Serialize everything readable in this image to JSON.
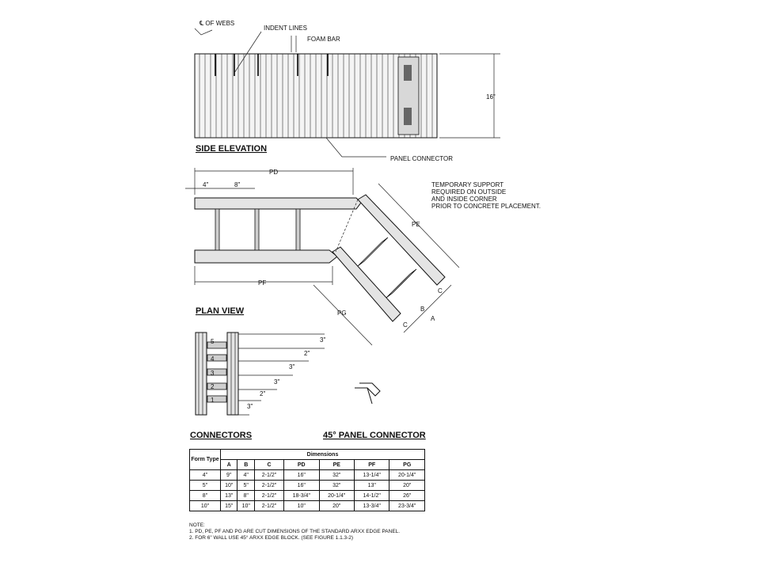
{
  "side_elevation": {
    "title": "SIDE ELEVATION",
    "callouts": {
      "webs": "℄ OF WEBS",
      "indent": "INDENT LINES",
      "foam": "FOAM BAR",
      "connector": "PANEL CONNECTOR"
    },
    "height": "16\""
  },
  "plan_view": {
    "title": "PLAN VIEW",
    "dims": {
      "pd": "PD",
      "pf": "PF",
      "pe": "PE",
      "pg": "PG",
      "d4": "4\"",
      "d8": "8\"",
      "a": "A",
      "b": "B",
      "c1": "C",
      "c2": "C"
    },
    "note": [
      "TEMPORARY SUPPORT",
      "REQUIRED ON OUTSIDE",
      "AND INSIDE CORNER",
      "PRIOR TO CONCRETE PLACEMENT."
    ]
  },
  "connectors": {
    "title": "CONNECTORS",
    "dims": [
      "3\"",
      "2\"",
      "3\"",
      "3\"",
      "2\"",
      "3\""
    ],
    "numbers": [
      "5",
      "4",
      "3",
      "2",
      "1"
    ]
  },
  "panel_connector_45": {
    "title": "45° PANEL CONNECTOR"
  },
  "table": {
    "form_type": "Form Type",
    "group": "Dimensions",
    "columns": [
      "A",
      "B",
      "C",
      "PD",
      "PE",
      "PF",
      "PG"
    ],
    "rows": [
      [
        "4\"",
        "9\"",
        "4\"",
        "2-1/2\"",
        "16\"",
        "32\"",
        "13-1/4\"",
        "20-1/4\""
      ],
      [
        "5\"",
        "10\"",
        "5\"",
        "2-1/2\"",
        "16\"",
        "32\"",
        "13\"",
        "20\""
      ],
      [
        "8\"",
        "13\"",
        "8\"",
        "2-1/2\"",
        "18-3/4\"",
        "20-1/4\"",
        "14-1/2\"",
        "26\""
      ],
      [
        "10\"",
        "15\"",
        "10\"",
        "2-1/2\"",
        "10\"",
        "20\"",
        "13-3/4\"",
        "23-3/4\""
      ]
    ]
  },
  "notes": {
    "title": "NOTE:",
    "items": [
      "1. PD, PE, PF AND PG ARE CUT DIMENSIONS OF THE STANDARD ARXX EDGE PANEL.",
      "2. FOR 6\" WALL USE 45° ARXX EDGE BLOCK. (SEE FIGURE 1.1.3-2)"
    ]
  }
}
